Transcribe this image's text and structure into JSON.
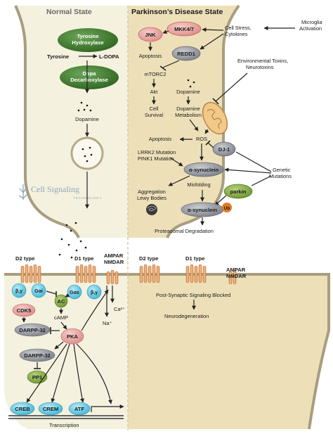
{
  "headers": {
    "normal": "Normal State",
    "parkinsons": "Parkinson’s Disease State"
  },
  "normal": {
    "tyrosine_hydroxylase": [
      "Tyrosine",
      "Hydroxylase"
    ],
    "tyrosine": "Tyrosine",
    "ldopa": "L-DOPA",
    "dopa_decarboxylase": [
      "Dopa",
      "Decarboxylase"
    ],
    "dopamine": "Dopamine",
    "watermark": "Cell Signaling",
    "watermark_sub": "TECHNOLOGY",
    "d2_type": "D2 type",
    "d1_type": "D1 type",
    "ampar": "AMPAR",
    "nmdar": "NMDAR",
    "beta_gamma_left": "β,γ",
    "gai": "Gαi",
    "gas": "Gαs",
    "beta_gamma_right": "β,γ",
    "ac": "AC",
    "camp": "cAMP",
    "cdk5": "CDK5",
    "darpp32_top": "DARPP-32",
    "darpp32_bottom": "DARPP-32",
    "pka": "PKA",
    "pp1": "PP1",
    "ca": "Ca²⁺",
    "na": "Na⁺",
    "creb": "CREB",
    "crem": "CREM",
    "atf": "ATF",
    "transcription": "Transcription"
  },
  "pd": {
    "mkk47": "MKK4/7",
    "jnk": "JNK",
    "cell_stress": [
      "Cell Stress,",
      "Cytokines"
    ],
    "microglia": [
      "Microglia",
      "Activation"
    ],
    "redd1": "REDD1",
    "apoptosis_top": "Apoptosis",
    "mtorc2": "mTORC2",
    "akt": "Akt",
    "cell_survival": [
      "Cell",
      "Survival"
    ],
    "dopamine": "Dopamine",
    "dopamine_metabolism": [
      "Dopamine",
      "Metabolism"
    ],
    "env_toxins": [
      "Environmental Toxins,",
      "Neurotoxins"
    ],
    "apoptosis_mid": "Apoptosis",
    "ros": "ROS",
    "dj1": "DJ-1",
    "lrrk2": "LRRK2  Mutation",
    "pink1": "PINK1 Mutation",
    "asyn": "α-synuclein",
    "misfolding": "Misfolding",
    "genetic": [
      "Genetic",
      "Mutations"
    ],
    "aggregation": [
      "Aggregation",
      "Lewy Bodies"
    ],
    "parkin": "parkin",
    "asyn_ub": "α-synuclein",
    "ub": "Ub",
    "proteasomal": "Proteasomal Degradation",
    "d2_type": "D2 type",
    "d1_type": "D1 type",
    "ampar": "AMPAR",
    "nmdar": "NMDAR",
    "post_blocked": "Post-Synaptic Signaling Blocked",
    "neurodegeneration": "Neurodegeneration"
  },
  "colors": {
    "cell_fill_normal": "#f4f1df",
    "cell_fill_pd": "#ede0b9",
    "cell_outline": "#a89e7e",
    "green_enzyme": "#3e7a2c",
    "gray_protein": "#8d9096",
    "pink_protein": "#e8a3a0",
    "cyan_protein": "#5dc6e2",
    "receptor": "#e8a060",
    "parkin_green": "#7aa23a",
    "ub_orange": "#e07a22"
  }
}
